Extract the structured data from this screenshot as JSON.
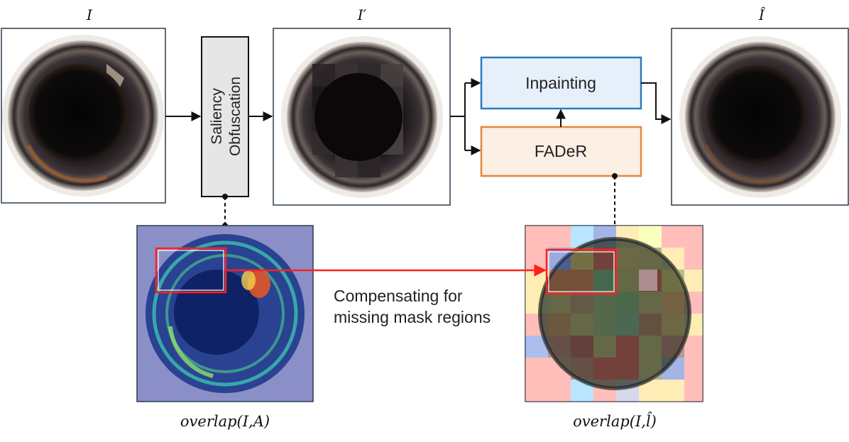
{
  "labels": {
    "input_image": "I",
    "obfuscated_image": "I′",
    "reconstructed_image": "Î",
    "overlap_saliency": "overlap(I,A)",
    "overlap_fader": "overlap(I,l̂)"
  },
  "blocks": {
    "saliency_line1": "Saliency",
    "saliency_line2": "Obfuscation",
    "inpainting": "Inpainting",
    "fader": "FADeR"
  },
  "annotation": {
    "line1": "Compensating for",
    "line2": "missing mask regions"
  },
  "colors": {
    "inpainting_border": "#2b7bbf",
    "inpainting_fill": "#e6f0fa",
    "fader_border": "#e8843c",
    "fader_fill": "#fcefe4",
    "saliency_fill": "#e6e6e6",
    "highlight": "#ff2020",
    "frame": "#2a3b4d"
  }
}
